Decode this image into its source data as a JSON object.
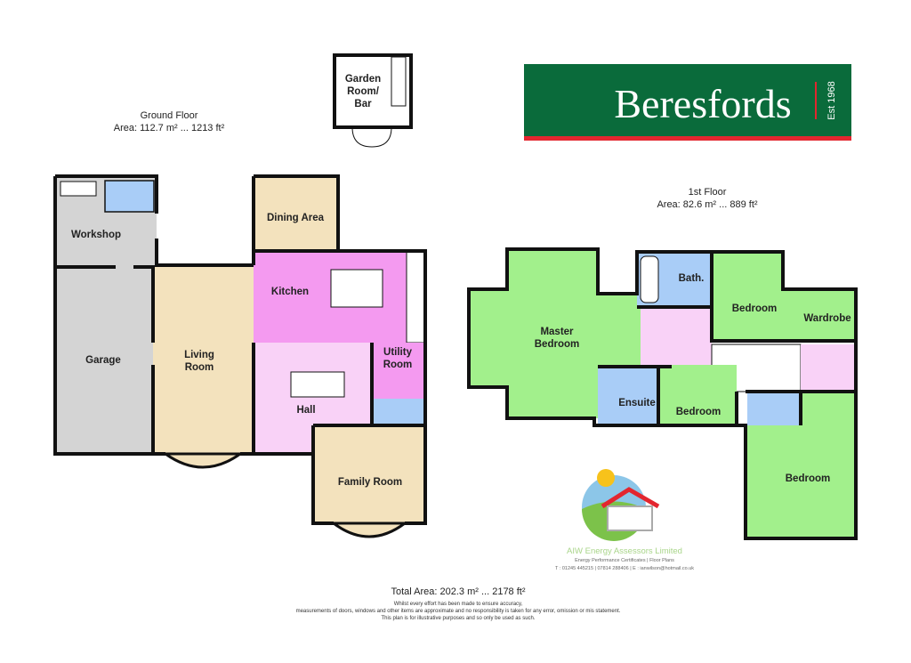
{
  "ground_floor": {
    "title": "Ground Floor",
    "area": "Area: 112.7 m² ... 1213 ft²",
    "rooms": {
      "garden_room": [
        "Garden",
        "Room/",
        "Bar"
      ],
      "workshop": "Workshop",
      "garage": "Garage",
      "living_room": [
        "Living",
        "Room"
      ],
      "dining_area": "Dining Area",
      "kitchen": "Kitchen",
      "utility_room": [
        "Utility",
        "Room"
      ],
      "hall": "Hall",
      "family_room": "Family Room"
    }
  },
  "first_floor": {
    "title": "1st Floor",
    "area": "Area: 82.6 m² ... 889 ft²",
    "rooms": {
      "master_bedroom": [
        "Master",
        "Bedroom"
      ],
      "bath": "Bath.",
      "bedroom_1": "Bedroom",
      "wardrobe": "Wardrobe",
      "ensuite": "Ensuite",
      "bedroom_2": "Bedroom",
      "bedroom_3": "Bedroom"
    }
  },
  "brand": {
    "name": "Beresfords",
    "est": "Est 1968",
    "green": "#0a6b3b",
    "red": "#e3262f"
  },
  "assessor": {
    "name": "AIW Energy Assessors Limited",
    "tagline": "Energy Performance Certificates | Floor Plans",
    "contact": "T : 01245 445215 | 07814 288406 | E : ianwilson@hotmail.co.uk"
  },
  "total_area": "Total Area: 202.3 m² ... 2178 ft²",
  "disclaimer": [
    "Whilst every effort has been made to ensure accuracy,",
    "measurements of doors, windows and other items are approximate and no responsibility is taken for any error, omission or mis statement.",
    "This plan is for illustrative purposes and so only be used as such."
  ],
  "colors": {
    "garage": "#d4d4d4",
    "reception": "#f3e2bd",
    "kitchen": "#f49af0",
    "hall": "#f9d2f7",
    "bath": "#a9cdf7",
    "bedroom": "#a2f08c",
    "garden_room": "#fdc98f"
  }
}
